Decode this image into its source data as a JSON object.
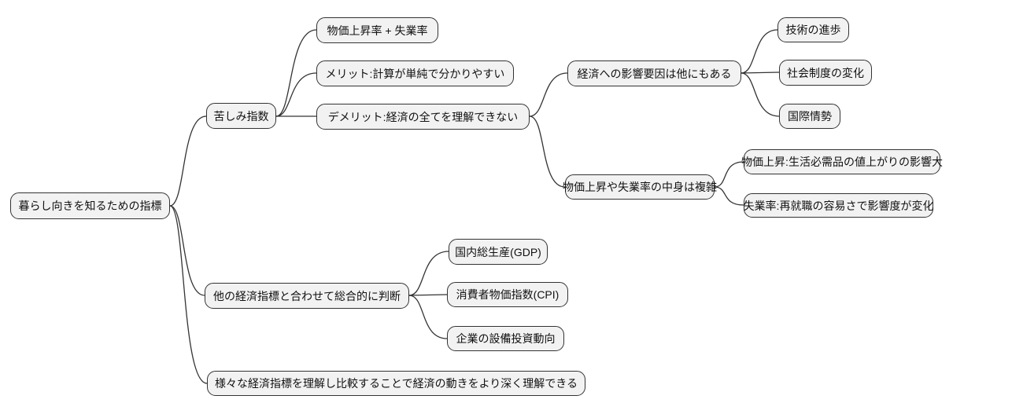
{
  "diagram": {
    "type": "mindmap",
    "colors": {
      "background": "#ffffff",
      "node_fill": "#f2f2f2",
      "node_border": "#333333",
      "edge_color": "#333333",
      "text_color": "#111111"
    },
    "root": {
      "label": "暮らし向きを知るための指標",
      "children": [
        {
          "label": "苦しみ指数",
          "children": [
            {
              "label": "物価上昇率 + 失業率"
            },
            {
              "label": "メリット:計算が単純で分かりやすい"
            },
            {
              "label": "デメリット:経済の全てを理解できない",
              "children": [
                {
                  "label": "経済への影響要因は他にもある",
                  "children": [
                    {
                      "label": "技術の進歩"
                    },
                    {
                      "label": "社会制度の変化"
                    },
                    {
                      "label": "国際情勢"
                    }
                  ]
                },
                {
                  "label": "物価上昇や失業率の中身は複雑",
                  "children": [
                    {
                      "label": "物価上昇:生活必需品の値上がりの影響大"
                    },
                    {
                      "label": "失業率:再就職の容易さで影響度が変化"
                    }
                  ]
                }
              ]
            }
          ]
        },
        {
          "label": "他の経済指標と合わせて総合的に判断",
          "children": [
            {
              "label": "国内総生産(GDP)"
            },
            {
              "label": "消費者物価指数(CPI)"
            },
            {
              "label": "企業の設備投資動向"
            }
          ]
        },
        {
          "label": "様々な経済指標を理解し比較することで経済の動きをより深く理解できる"
        }
      ]
    }
  }
}
